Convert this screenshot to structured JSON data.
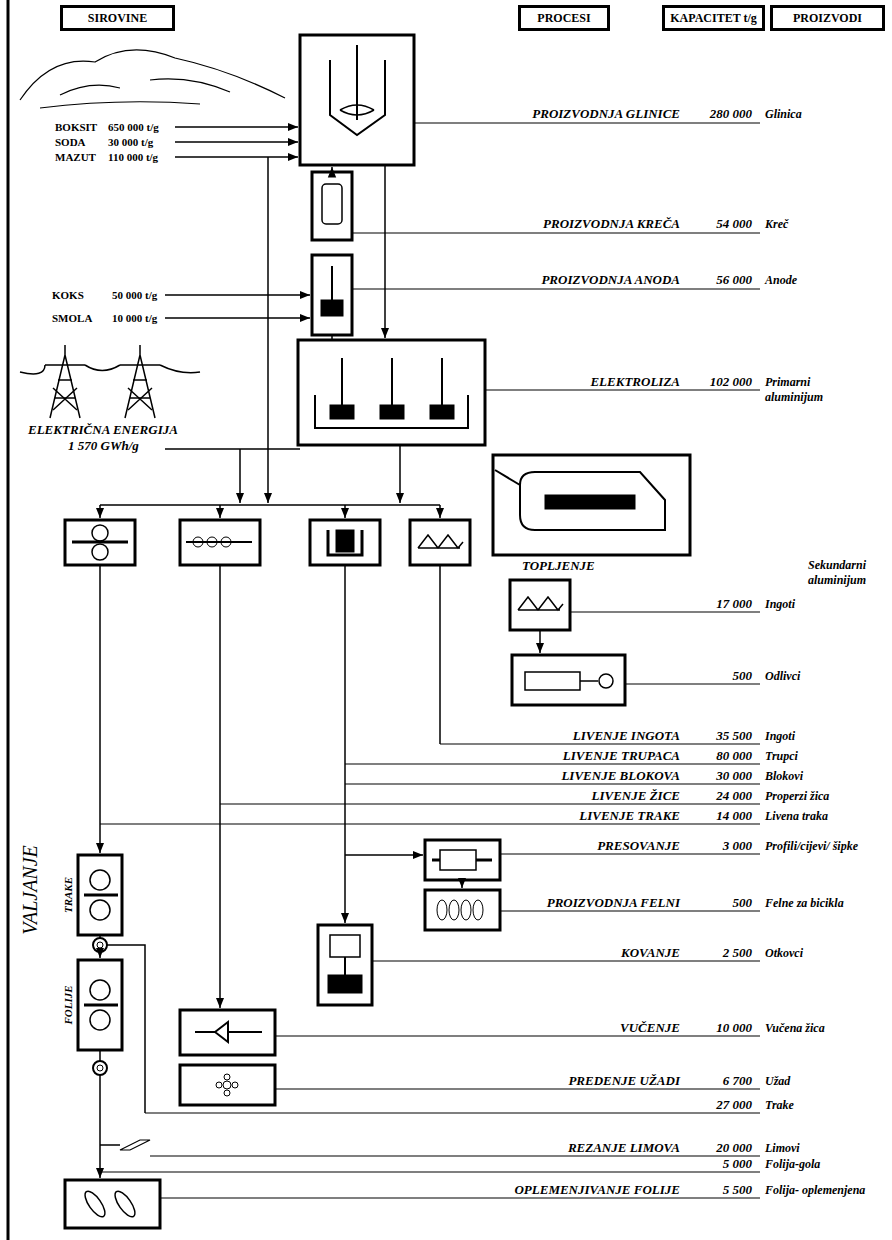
{
  "diagram": {
    "nodes": [
      {
        "text": [
          "SIROVINE"
        ]
      },
      {
        "text": [
          "PROCESI"
        ]
      },
      {
        "text": [
          "KAPACITET t/g"
        ]
      },
      {
        "text": [
          "PROIZVODI"
        ]
      }
    ],
    "labels": [
      "BOKSIT",
      "650 000 t/g",
      "SODA",
      "30 000 t/g",
      "MAZUT",
      "110 000 t/g",
      "KOKS",
      "50 000 t/g",
      "SMOLA",
      "10 000 t/g",
      "ELEKTRIČNA ENERGIJA",
      "1 570 GWh/g",
      "PROIZVODNJA GLINICE",
      "280 000",
      "Glinica",
      "PROIZVODNJA KREČA",
      "54 000",
      "Kreč",
      "PROIZVODNJA ANODA",
      "56 000",
      "Anode",
      "ELEKTROLIZA",
      "102 000",
      "Primarni aluminijum",
      "TOPLJENJE",
      "Sekundarni aluminijum",
      "17 000",
      "Ingoti",
      "500",
      "Odlivci",
      "LIVENJE INGOTA",
      "35 500",
      "Ingoti",
      "LIVENJE TRUPACA",
      "80 000",
      "Trupci",
      "LIVENJE BLOKOVA",
      "30 000",
      "Blokovi",
      "LIVENJE ŽICE",
      "24 000",
      "Properzi žica",
      "LIVENJE TRAKE",
      "14 000",
      "Livena traka",
      "PRESOVANJE",
      "3 000",
      "Profili/cijevi/ šipke",
      "PROIZVODNJA FELNI",
      "500",
      "Felne za bicikla",
      "KOVANJE",
      "2 500",
      "Otkovci",
      "VUČENJE",
      "10 000",
      "Vučena žica",
      "PREDENJE UŽADI",
      "6 700",
      "Užad",
      "27 000",
      "Trake",
      "REZANJE LIMOVA",
      "20 000",
      "Limovi",
      "5 000",
      "Folija-gola",
      "OPLEMENJIVANJE FOLIJE",
      "5 500",
      "Folija- oplemenjena",
      "VALJANJE",
      "TRAKE",
      "FOLIJE"
    ]
  }
}
